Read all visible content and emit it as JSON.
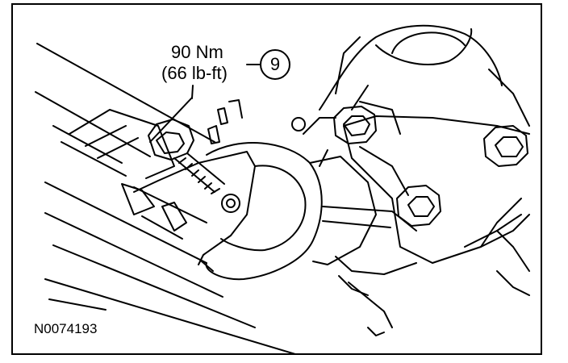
{
  "figure": {
    "torque_nm": "90 Nm",
    "torque_lbft": "(66 lb-ft)",
    "callout_number": "9",
    "figure_id": "N0074193"
  },
  "colors": {
    "line": "#000000",
    "background": "#ffffff"
  }
}
